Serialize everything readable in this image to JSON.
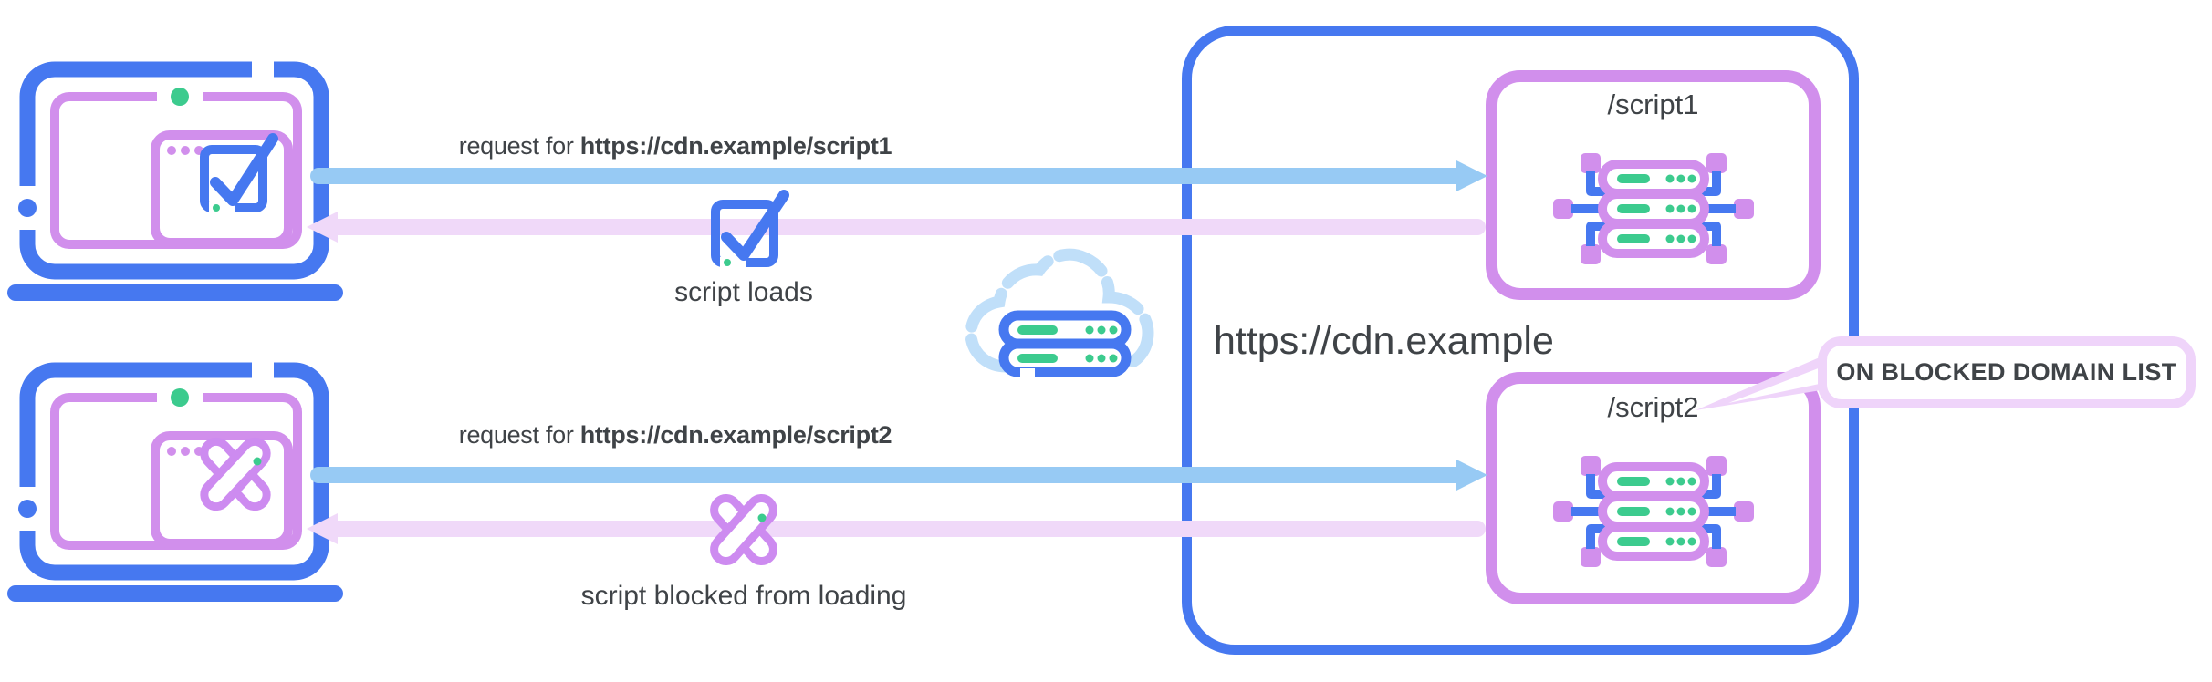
{
  "flows": [
    {
      "request_prefix": "request for ",
      "request_url": "https://cdn.example/script1",
      "response_caption": "script loads",
      "response_icon": "check-in-box-icon",
      "client_icon": "browser-window-check-icon"
    },
    {
      "request_prefix": "request for ",
      "request_url": "https://cdn.example/script2",
      "response_caption": "script blocked from loading",
      "response_icon": "blocked-x-icon",
      "client_icon": "browser-window-x-icon"
    }
  ],
  "cdn": {
    "label": "https://cdn.example",
    "endpoints": [
      {
        "path": "/script1"
      },
      {
        "path": "/script2",
        "callout": "ON BLOCKED DOMAIN LIST"
      }
    ]
  },
  "icons": {
    "client": "laptop-icon",
    "network": "cloud-servers-icon",
    "endpoint": "server-cluster-icon",
    "success": "check-icon",
    "blocked": "x-icon"
  },
  "colors": {
    "primary_blue": "#4678F0",
    "arrow_blue": "#97CAF4",
    "purple": "#D18FEC",
    "arrow_pink": "#F0D9F9",
    "callout_pink": "#EFD4FA",
    "green": "#3CCB8E",
    "cloud_blue": "#C0DFF9",
    "text": "#3F4347"
  }
}
